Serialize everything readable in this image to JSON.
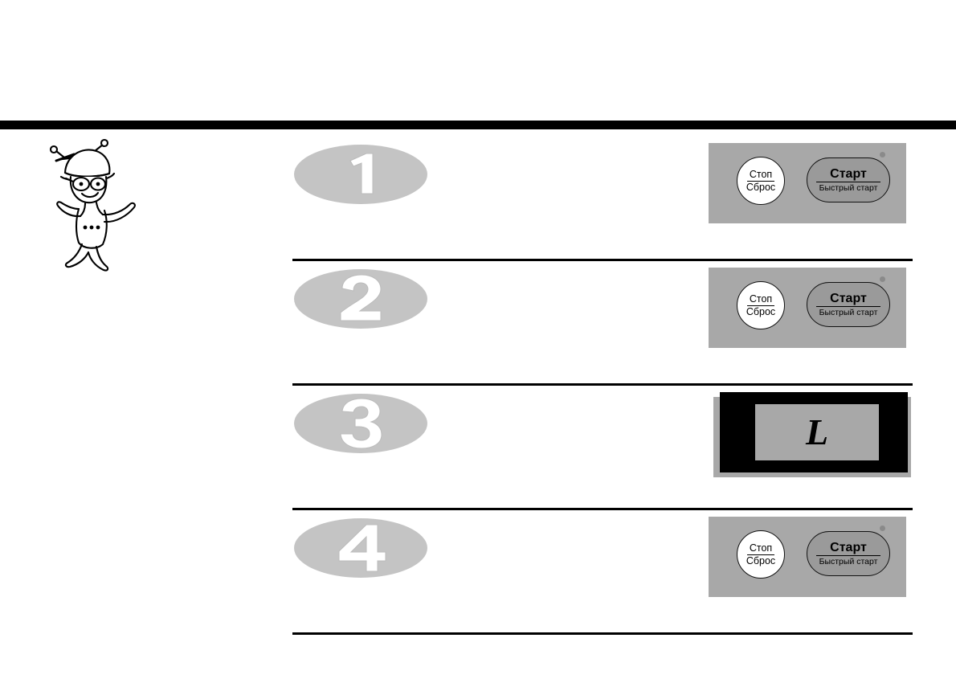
{
  "page": {
    "title": "",
    "background_color": "#ffffff",
    "rule_color": "#000000"
  },
  "mascot": {
    "name": "lightning-chef-character",
    "description": "line-art cartoon character with lightning bolt hat"
  },
  "steps": [
    {
      "numeral": "1",
      "numeral_color": "#c8c8c8",
      "text": "",
      "graphic": {
        "type": "control-panel",
        "panel_color": "#a8a8a8",
        "stop_button": {
          "line1": "Стоп",
          "line2": "Сброс"
        },
        "start_button": {
          "line1": "Старт",
          "line2": "Быстрый старт"
        },
        "led": "indicator-dot"
      }
    },
    {
      "numeral": "2",
      "numeral_color": "#c8c8c8",
      "text": "",
      "graphic": {
        "type": "control-panel",
        "panel_color": "#a8a8a8",
        "stop_button": {
          "line1": "Стоп",
          "line2": "Сброс"
        },
        "start_button": {
          "line1": "Старт",
          "line2": "Быстрый старт"
        },
        "led": "indicator-dot"
      }
    },
    {
      "numeral": "3",
      "numeral_color": "#c8c8c8",
      "text": "",
      "graphic": {
        "type": "display",
        "body_color": "#000000",
        "screen_color": "#a8a8a8",
        "screen_value": "L"
      }
    },
    {
      "numeral": "4",
      "numeral_color": "#c8c8c8",
      "text": "",
      "graphic": {
        "type": "control-panel",
        "panel_color": "#a8a8a8",
        "stop_button": {
          "line1": "Стоп",
          "line2": "Сброс"
        },
        "start_button": {
          "line1": "Старт",
          "line2": "Быстрый старт"
        },
        "led": "indicator-dot"
      }
    }
  ]
}
